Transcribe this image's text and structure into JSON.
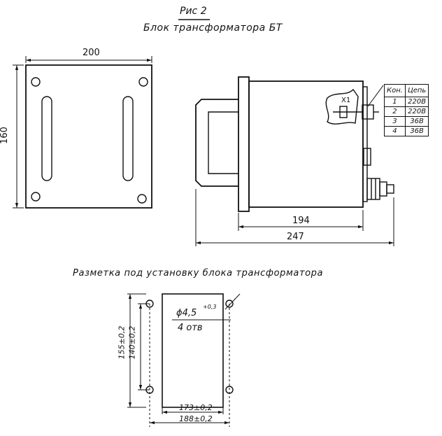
{
  "figure": {
    "number": "Рис 2",
    "title": "Блок трансформатора БТ"
  },
  "front_view": {
    "width_dim": "200",
    "height_dim": "160"
  },
  "side_view": {
    "connector_label": "X1",
    "dim_body": "194",
    "dim_overall": "247",
    "table": {
      "headers": [
        "Кон.",
        "Цепь"
      ],
      "rows": [
        [
          "1",
          "220В"
        ],
        [
          "2",
          "220В"
        ],
        [
          "3",
          "36В"
        ],
        [
          "4",
          "36В"
        ]
      ]
    }
  },
  "mounting": {
    "title": "Разметка под установку блока трансформатора",
    "hole_diameter": "ϕ4,5",
    "hole_tolerance": "+0,3",
    "hole_count": "4 отв",
    "dim_vert_outer": "155±0,2",
    "dim_vert_inner": "140±0,2",
    "dim_horiz_inner": "173±0,2",
    "dim_horiz_outer": "188±0,2"
  }
}
